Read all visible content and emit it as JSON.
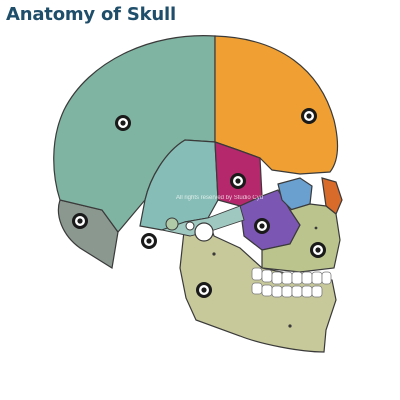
{
  "title": "Anatomy of Skull",
  "watermark": "All rights reserved by Studio Cyd",
  "colors": {
    "title": "#1f4e6b",
    "parietal": "#7fb3a2",
    "frontal": "#f0a033",
    "temporal": "#86bdb6",
    "sphenoid": "#b5286c",
    "zygomatic": "#7c56b3",
    "maxilla": "#bcc48e",
    "mandible": "#c7c99a",
    "occipital": "#8b9890",
    "nasal": "#d86a2a",
    "lacrimal": "#6aa0d0",
    "outline": "#3a3a3a"
  },
  "markers": [
    "parietal-bone-marker",
    "frontal-bone-marker",
    "sphenoid-bone-marker",
    "zygomatic-bone-marker",
    "maxilla-marker",
    "mandible-marker",
    "occipital-bone-marker",
    "temporal-bone-marker"
  ]
}
